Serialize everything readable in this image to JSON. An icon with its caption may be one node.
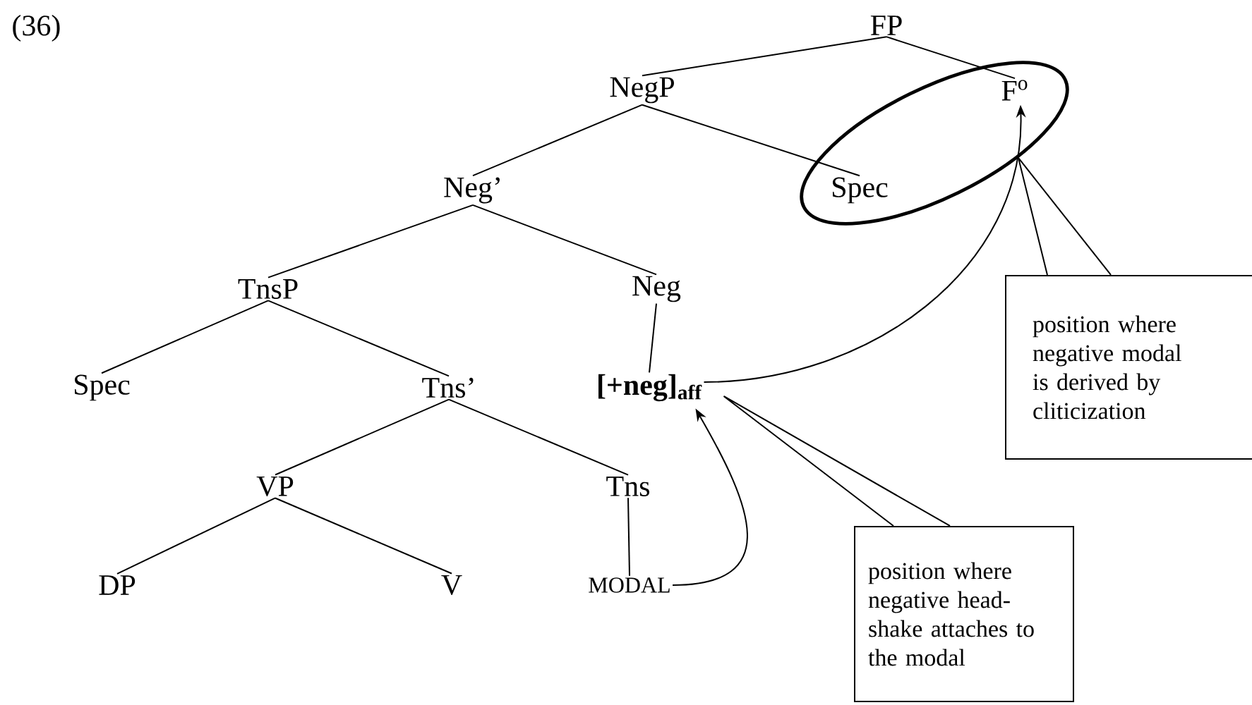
{
  "diagram": {
    "nodes": [
      {
        "text": [
          "FP"
        ]
      },
      {
        "text": [
          "NegP"
        ]
      },
      {
        "text": [
          "F$^{o}$"
        ],
        "in": 15
      },
      {
        "text": [
          "Neg’"
        ]
      },
      {
        "text": [
          "Spec"
        ],
        "in": 15
      },
      {
        "text": [
          "TnsP"
        ]
      },
      {
        "text": [
          "Neg"
        ]
      },
      {
        "text": [
          "Spec"
        ]
      },
      {
        "text": [
          "Tns’"
        ]
      },
      {
        "text": [
          "[+neg]$_{aff}$"
        ]
      },
      {
        "text": [
          "VP"
        ]
      },
      {
        "text": [
          "Tns"
        ]
      },
      {
        "text": [
          "DP"
        ]
      },
      {
        "text": [
          "V"
        ]
      },
      {
        "text": [
          "MODAL"
        ]
      },
      {
        "text": [],
        "shape": "ellipse"
      },
      {
        "text": [
          "position where negative modal is derived by cliticization"
        ]
      },
      {
        "text": [
          "position where negative head-shake attaches to the modal"
        ]
      }
    ],
    "edges": [
      {
        "from": 0,
        "to": 1,
        "arrow": "none"
      },
      {
        "from": 0,
        "to": 2,
        "arrow": "none"
      },
      {
        "from": 1,
        "to": 3,
        "arrow": "none"
      },
      {
        "from": 1,
        "to": 4,
        "arrow": "none"
      },
      {
        "from": 3,
        "to": 5,
        "arrow": "none"
      },
      {
        "from": 3,
        "to": 6,
        "arrow": "none"
      },
      {
        "from": 5,
        "to": 7,
        "arrow": "none"
      },
      {
        "from": 5,
        "to": 8,
        "arrow": "none"
      },
      {
        "from": 6,
        "to": 9,
        "arrow": "none"
      },
      {
        "from": 8,
        "to": 10,
        "arrow": "none"
      },
      {
        "from": 8,
        "to": 11,
        "arrow": "none"
      },
      {
        "from": 10,
        "to": 12,
        "arrow": "none"
      },
      {
        "from": 10,
        "to": 13,
        "arrow": "none"
      },
      {
        "from": 11,
        "to": 14,
        "arrow": "none"
      },
      {
        "from": 14,
        "to": 9,
        "arrow": "to"
      },
      {
        "from": 9,
        "to": 2,
        "arrow": "to"
      },
      {
        "from": 16,
        "to": 15,
        "arrow": "none"
      },
      {
        "from": 17,
        "to": 9,
        "arrow": "none"
      }
    ],
    "labels": [
      "(36)"
    ]
  }
}
